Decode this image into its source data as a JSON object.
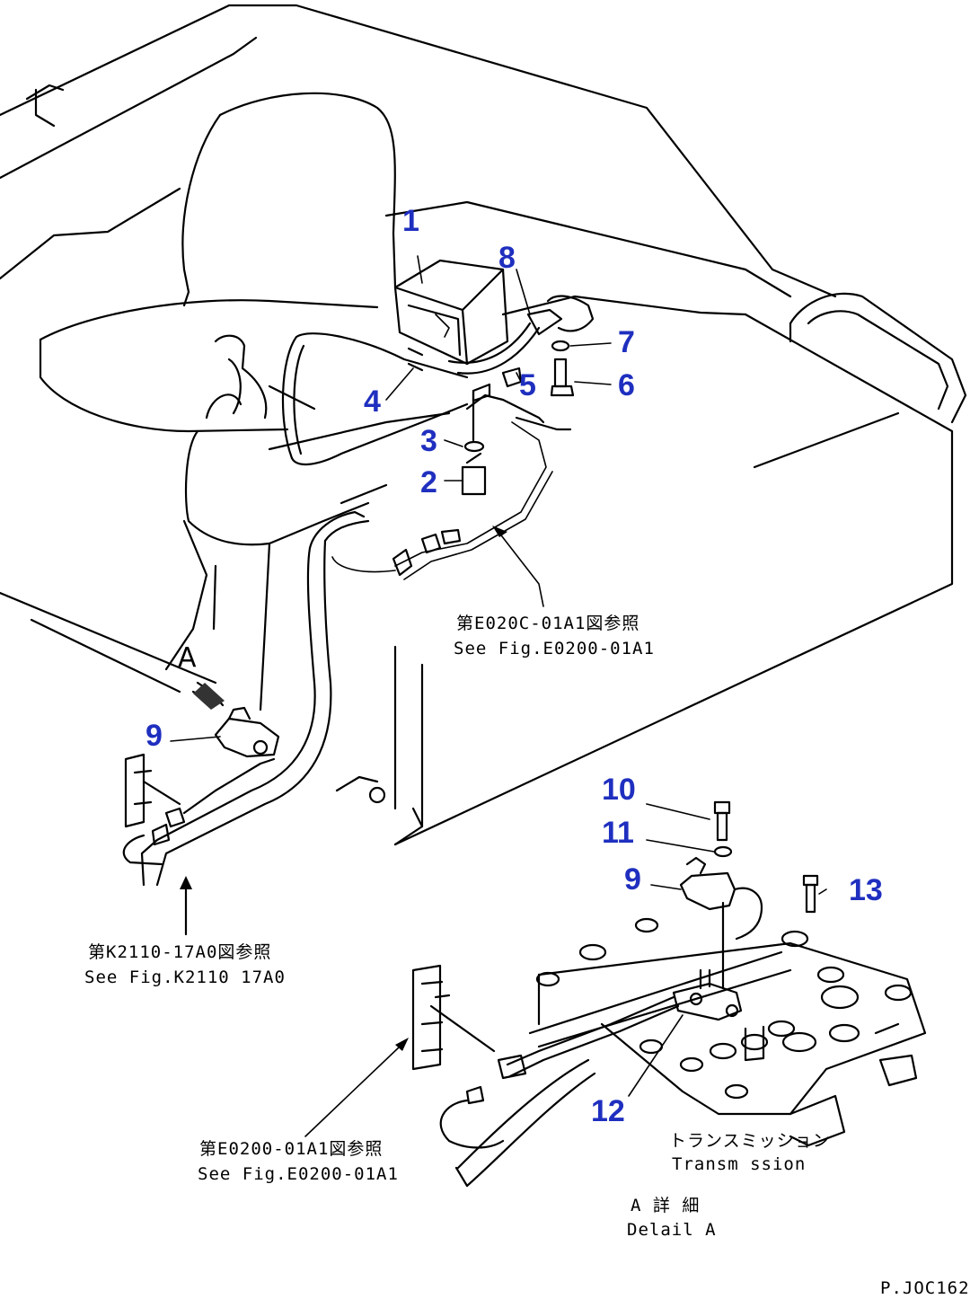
{
  "colors": {
    "accent": "#1f2fbf",
    "line": "#000000",
    "background": "#ffffff"
  },
  "callouts": [
    {
      "id": "1",
      "label": "1"
    },
    {
      "id": "2",
      "label": "2"
    },
    {
      "id": "3",
      "label": "3"
    },
    {
      "id": "4",
      "label": "4"
    },
    {
      "id": "5",
      "label": "5"
    },
    {
      "id": "6",
      "label": "6"
    },
    {
      "id": "7",
      "label": "7"
    },
    {
      "id": "8",
      "label": "8"
    },
    {
      "id": "9a",
      "label": "9"
    },
    {
      "id": "9b",
      "label": "9"
    },
    {
      "id": "10",
      "label": "10"
    },
    {
      "id": "11",
      "label": "11"
    },
    {
      "id": "12",
      "label": "12"
    },
    {
      "id": "13",
      "label": "13"
    }
  ],
  "notes": {
    "ref_e0200_top_jp": "第E020C-01A1図参照",
    "ref_e0200_top_en": "See Fig.E0200-01A1",
    "ref_k2110_jp": "第K2110-17A0図参照",
    "ref_k2110_en": "See Fig.K2110 17A0",
    "ref_e0200_bottom_jp": "第E0200-01A1図参照",
    "ref_e0200_bottom_en": "See Fig.E0200-01A1",
    "transmission_jp": "トランスミッション",
    "transmission_en": "Transm ssion",
    "detail_jp": "A 詳 細",
    "detail_en": "Delail A",
    "view_marker": "A",
    "page_code": "P.JOC162"
  }
}
